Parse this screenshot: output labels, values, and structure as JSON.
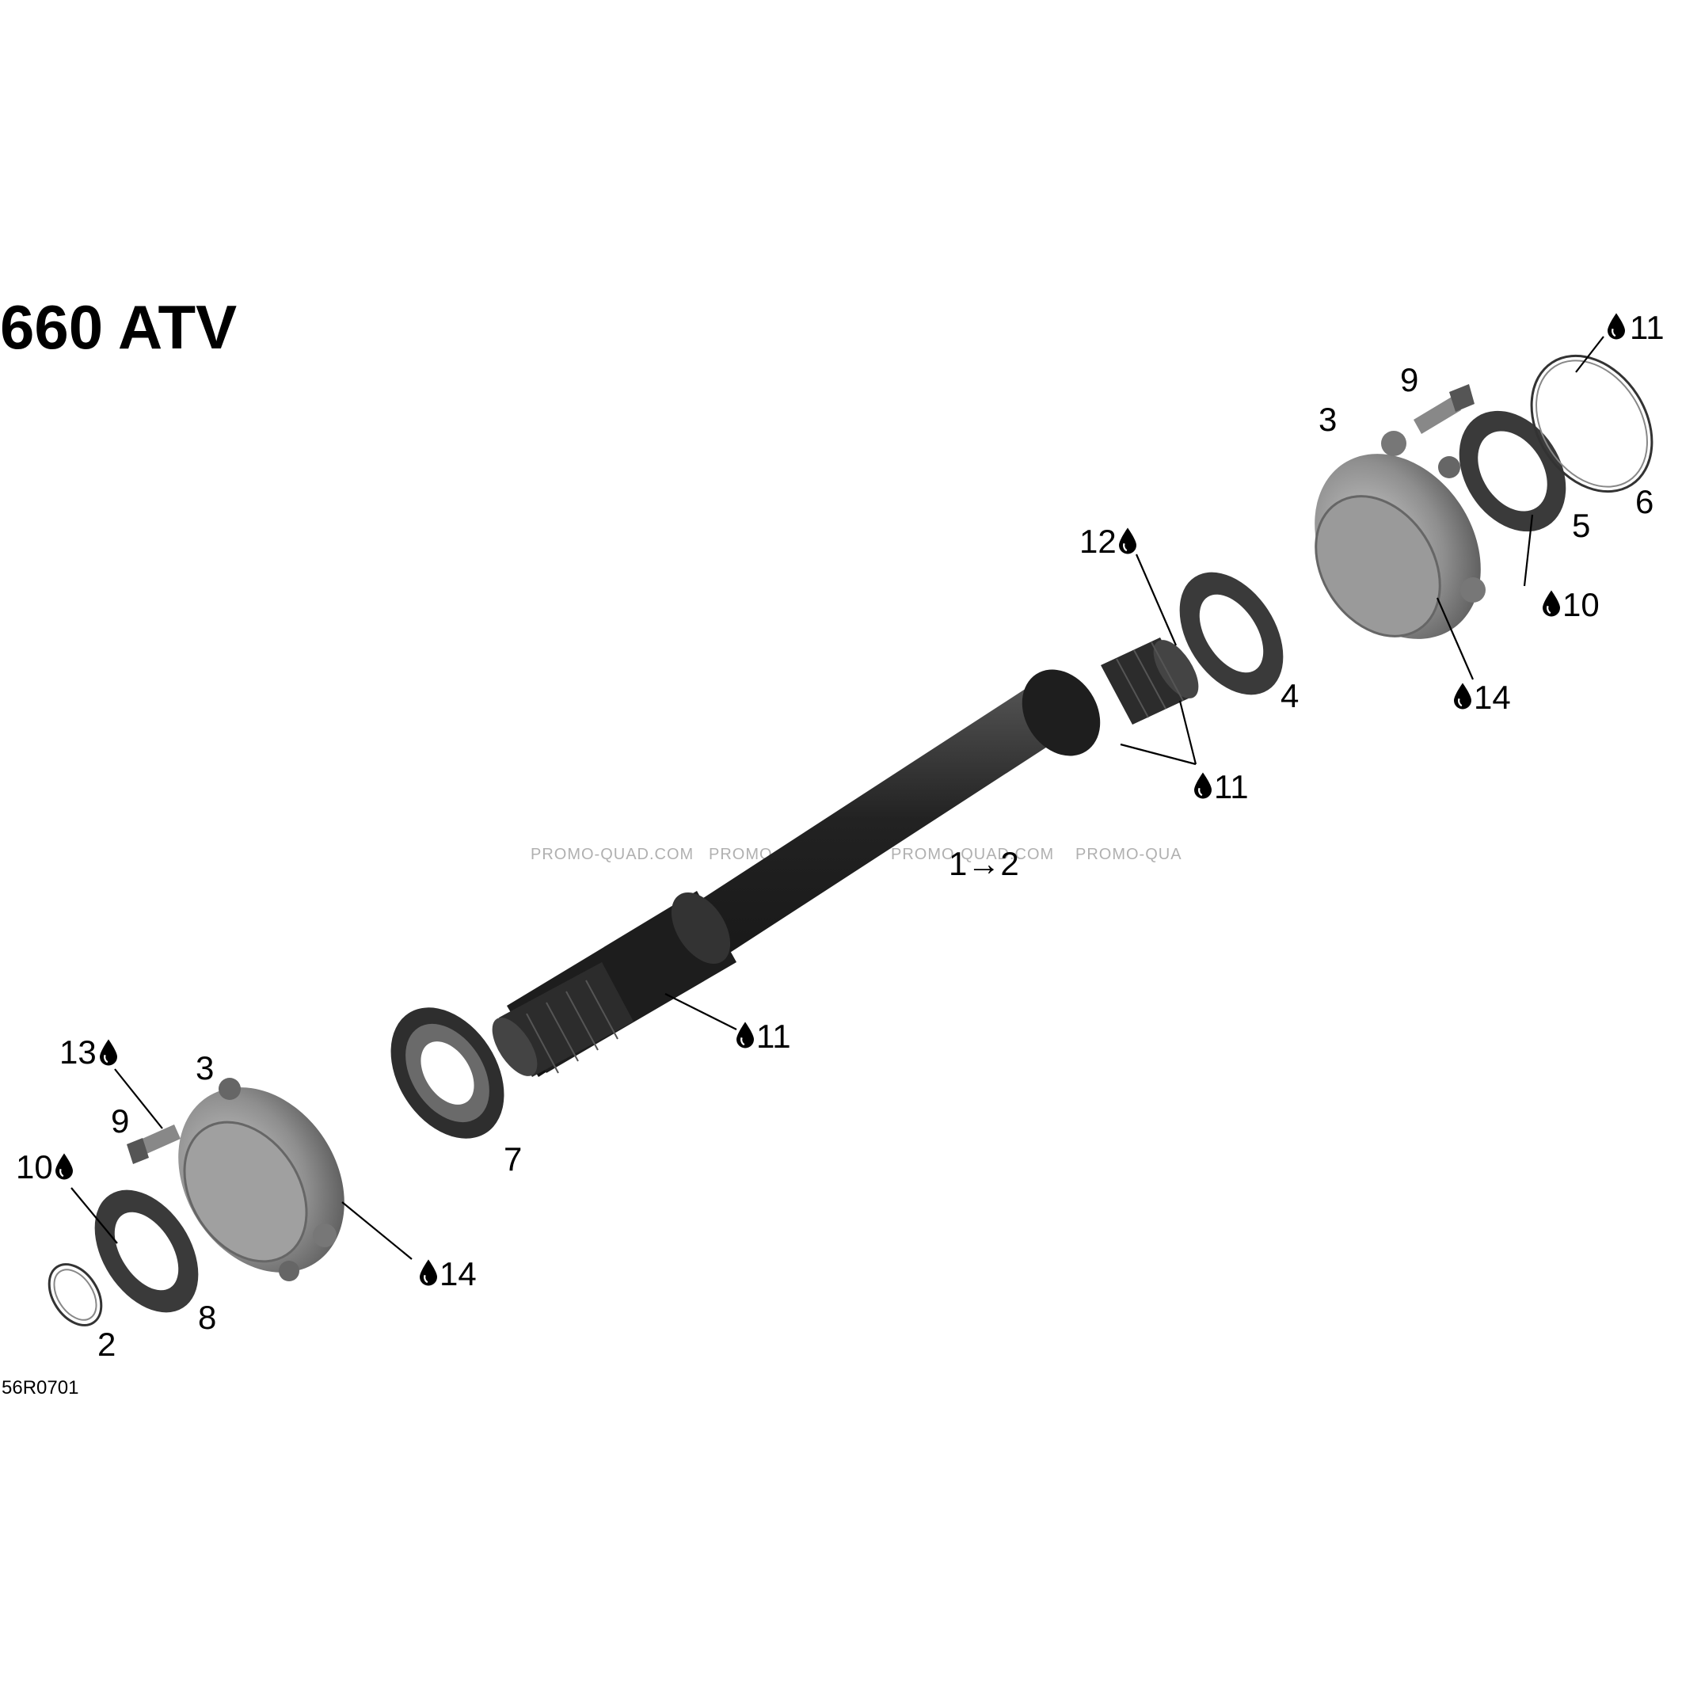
{
  "title": "660 ATV",
  "figure_ref": "56R0701",
  "watermark_segments": [
    "PROMO-QUAD.COM",
    "PROMO-QUAD.COM",
    "PROMO-QUAD.COM",
    "PROMO-QUA"
  ],
  "callouts": {
    "r11_top": "11",
    "r9": "9",
    "r3": "3",
    "r6": "6",
    "r5": "5",
    "r12": "12",
    "r10": "10",
    "r14": "14",
    "r4": "4",
    "r11_mid": "11",
    "r_arrow": "1→2",
    "r11_low": "11",
    "l13": "13",
    "l3": "3",
    "l9": "9",
    "l10": "10",
    "l7": "7",
    "l14": "14",
    "l8": "8",
    "l2": "2"
  },
  "icons": {
    "lubricant": "oil-drop-icon"
  },
  "colors": {
    "ink": "#000000",
    "shaft": "#2a2a2a",
    "housing": "#8a8a8a",
    "watermark": "#b0b0b0"
  }
}
